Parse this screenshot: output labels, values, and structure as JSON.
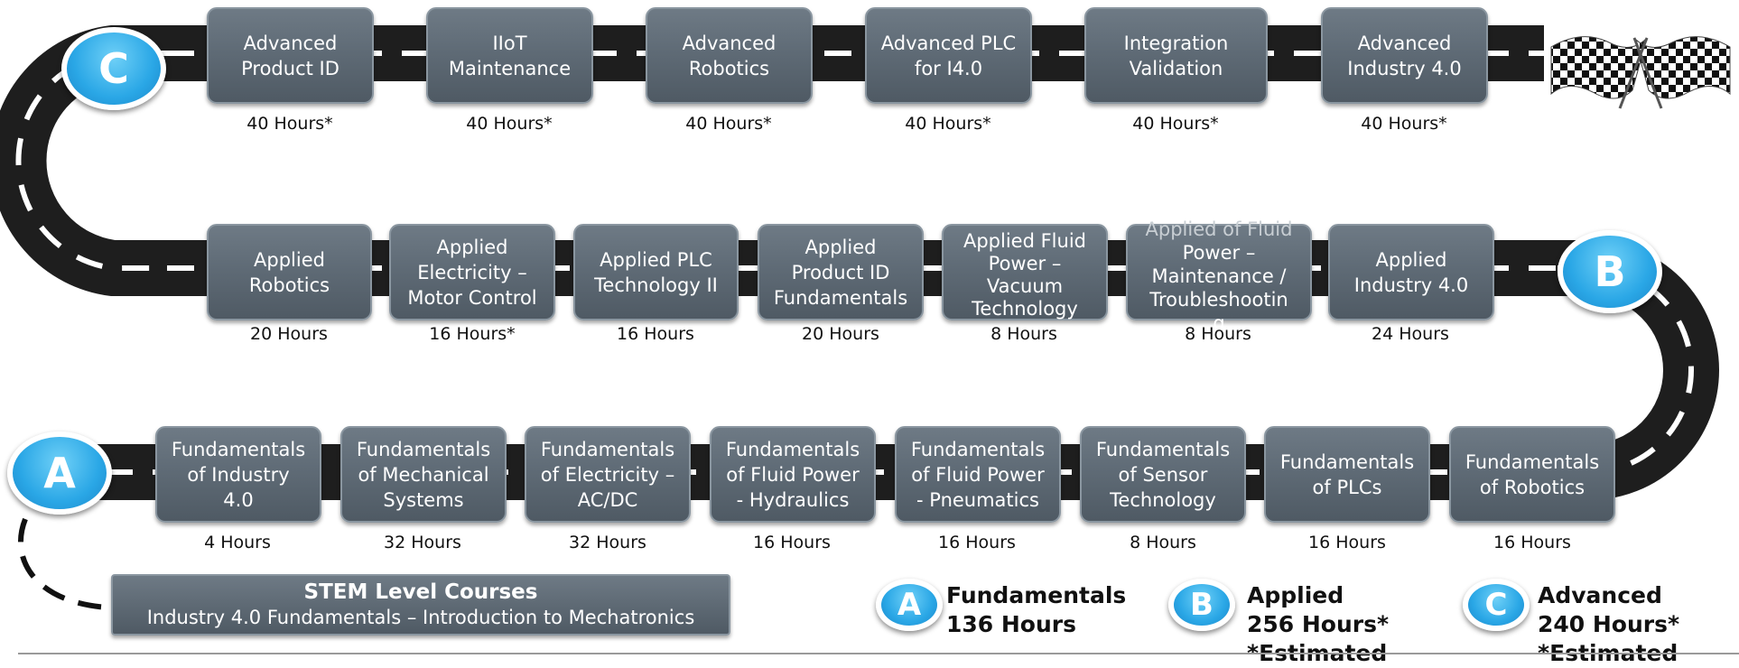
{
  "rows": {
    "advanced": [
      {
        "lines": [
          "Advanced",
          "Product ID"
        ],
        "hours": "40 Hours*"
      },
      {
        "lines": [
          "IIoT",
          "Maintenance"
        ],
        "hours": "40 Hours*"
      },
      {
        "lines": [
          "Advanced",
          "Robotics"
        ],
        "hours": "40 Hours*"
      },
      {
        "lines": [
          "Advanced PLC",
          "for I4.0"
        ],
        "hours": "40 Hours*"
      },
      {
        "lines": [
          "Integration",
          "Validation"
        ],
        "hours": "40 Hours*"
      },
      {
        "lines": [
          "Advanced",
          "Industry 4.0"
        ],
        "hours": "40 Hours*"
      }
    ],
    "applied": [
      {
        "lines": [
          "Applied",
          "Robotics"
        ],
        "hours": "20 Hours"
      },
      {
        "lines": [
          "Applied",
          "Electricity –",
          "Motor Control"
        ],
        "hours": "16 Hours*"
      },
      {
        "lines": [
          "Applied PLC",
          "Technology II"
        ],
        "hours": "16 Hours"
      },
      {
        "lines": [
          "Applied",
          "Product ID",
          "Fundamentals"
        ],
        "hours": "20 Hours"
      },
      {
        "lines": [
          "Applied  Fluid",
          "Power –",
          "Vacuum",
          "Technology"
        ],
        "hours": "8 Hours"
      },
      {
        "lines": [
          "Applied of Fluid",
          "Power –",
          "Maintenance /",
          "Troubleshootin",
          "g"
        ],
        "hours": "8 Hours"
      },
      {
        "lines": [
          "Applied",
          "Industry 4.0"
        ],
        "hours": "24  Hours"
      }
    ],
    "fundamentals": [
      {
        "lines": [
          "Fundamentals",
          "of Industry",
          "4.0"
        ],
        "hours": "4 Hours"
      },
      {
        "lines": [
          "Fundamentals",
          "of Mechanical",
          "Systems"
        ],
        "hours": "32 Hours"
      },
      {
        "lines": [
          "Fundamentals",
          "of Electricity –",
          "AC/DC"
        ],
        "hours": "32 Hours"
      },
      {
        "lines": [
          "Fundamentals",
          "of Fluid Power",
          "- Hydraulics"
        ],
        "hours": "16 Hours"
      },
      {
        "lines": [
          "Fundamentals",
          "of Fluid Power",
          "- Pneumatics"
        ],
        "hours": "16 Hours"
      },
      {
        "lines": [
          "Fundamentals",
          "of Sensor",
          "Technology"
        ],
        "hours": "8 Hours"
      },
      {
        "lines": [
          "Fundamentals",
          "of PLCs"
        ],
        "hours": "16 Hours"
      },
      {
        "lines": [
          "Fundamentals",
          "of Robotics"
        ],
        "hours": "16 Hours"
      }
    ]
  },
  "badges": {
    "a": "A",
    "b": "B",
    "c": "C"
  },
  "stem": {
    "title": "STEM Level Courses",
    "subtitle": "Industry 4.0 Fundamentals – Introduction to Mechatronics"
  },
  "legend": [
    {
      "letter": "A",
      "lines": [
        "Fundamentals",
        "136 Hours"
      ]
    },
    {
      "letter": "B",
      "lines": [
        "Applied",
        "256 Hours*",
        "*Estimated"
      ]
    },
    {
      "letter": "C",
      "lines": [
        "Advanced",
        "240 Hours*",
        "*Estimated"
      ]
    }
  ],
  "colors": {
    "road": "#1e1e1e",
    "box": "#5f6b76",
    "badge": "#2aa7e6"
  },
  "icons": {
    "finish": "checkered-flags-icon"
  }
}
